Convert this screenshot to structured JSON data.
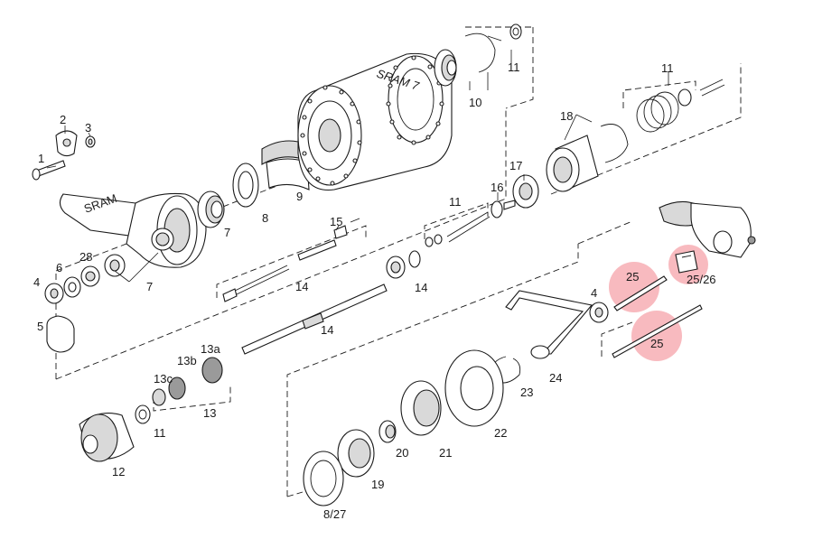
{
  "highlight_color": "#f5a3aa",
  "labels": {
    "l1": "1",
    "l2": "2",
    "l3": "3",
    "l4a": "4",
    "l4b": "4",
    "l5": "5",
    "l6": "6",
    "l7a": "7",
    "l7b": "7",
    "l8a": "8",
    "l8b": "8/27",
    "l9": "9",
    "l10": "10",
    "l11a": "11",
    "l11b": "11",
    "l11c": "11",
    "l11d": "11",
    "l12": "12",
    "l13": "13",
    "l13a": "13a",
    "l13b": "13b",
    "l13c": "13c",
    "l14a": "14",
    "l14b": "14",
    "l14c": "14",
    "l15": "15",
    "l16": "16",
    "l17": "17",
    "l18": "18",
    "l19": "19",
    "l20": "20",
    "l21": "21",
    "l22": "22",
    "l23": "23",
    "l24": "24",
    "l25a": "25",
    "l25b": "25/26",
    "l25c": "25",
    "l28": "28"
  },
  "hub_logo_text": "SRAM 7",
  "highlighted_parts": [
    "25",
    "25/26",
    "25"
  ]
}
